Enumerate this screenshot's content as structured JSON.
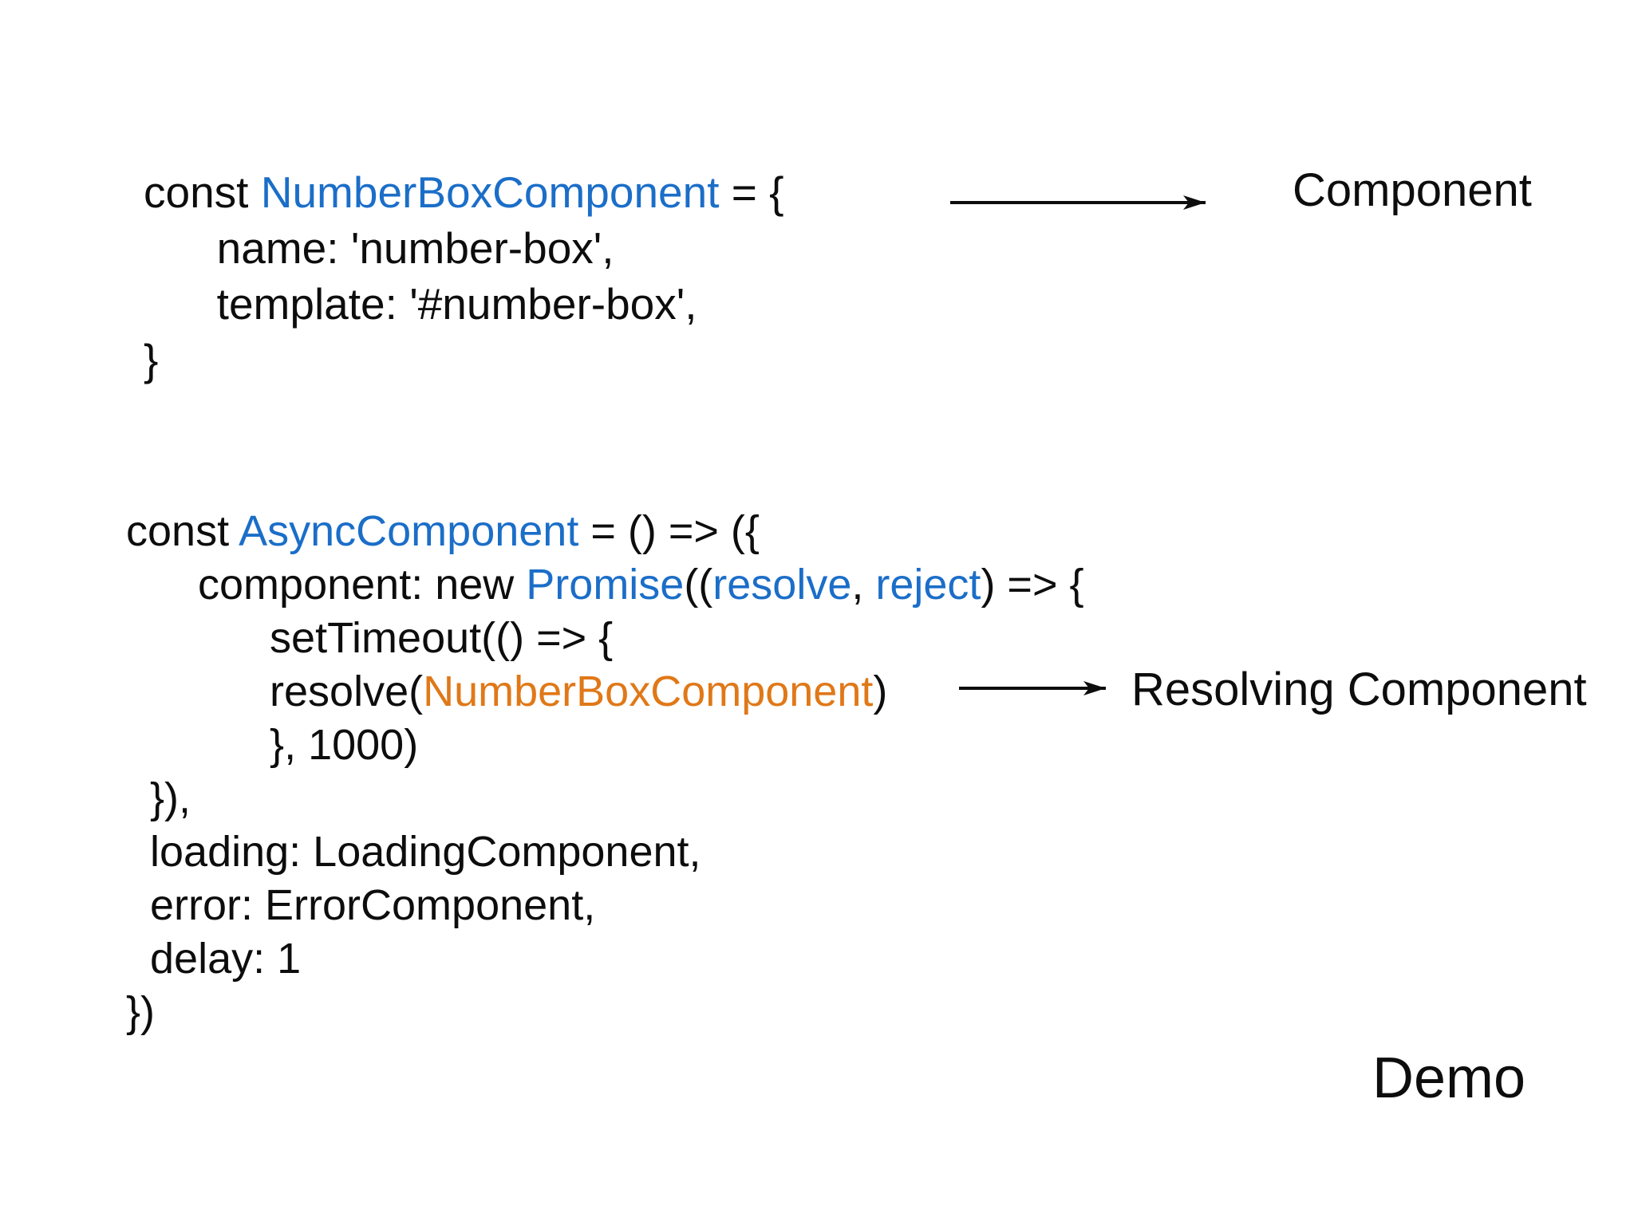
{
  "colors": {
    "background": "#ffffff",
    "text": "#0d0d0d",
    "keyword_identifier_blue": "#1b6ec8",
    "resolved_component_orange": "#e07818"
  },
  "block1": {
    "lines": [
      {
        "tokens": [
          {
            "text": "const ",
            "color": "k"
          },
          {
            "text": "NumberBoxComponent",
            "color": "blue"
          },
          {
            "text": " = {",
            "color": "k"
          }
        ]
      },
      {
        "tokens": [
          {
            "text": "      name: 'number-box',",
            "color": "k"
          }
        ]
      },
      {
        "tokens": [
          {
            "text": "      template: '#number-box',",
            "color": "k"
          }
        ]
      },
      {
        "tokens": [
          {
            "text": "}",
            "color": "k"
          }
        ]
      }
    ]
  },
  "block2": {
    "lines": [
      {
        "tokens": [
          {
            "text": "const ",
            "color": "k"
          },
          {
            "text": "AsyncComponent",
            "color": "blue"
          },
          {
            "text": " = () => ({",
            "color": "k"
          }
        ]
      },
      {
        "tokens": [
          {
            "text": "      component: new ",
            "color": "k"
          },
          {
            "text": "Promise",
            "color": "blue"
          },
          {
            "text": "((",
            "color": "k"
          },
          {
            "text": "resolve",
            "color": "blue"
          },
          {
            "text": ", ",
            "color": "k"
          },
          {
            "text": "reject",
            "color": "blue"
          },
          {
            "text": ") => {",
            "color": "k"
          }
        ]
      },
      {
        "tokens": [
          {
            "text": "            setTimeout(() => {",
            "color": "k"
          }
        ]
      },
      {
        "tokens": [
          {
            "text": "            resolve(",
            "color": "k"
          },
          {
            "text": "NumberBoxComponent",
            "color": "orange"
          },
          {
            "text": ")",
            "color": "k"
          }
        ]
      },
      {
        "tokens": [
          {
            "text": "            }, 1000)",
            "color": "k"
          }
        ]
      },
      {
        "tokens": [
          {
            "text": "  }),",
            "color": "k"
          }
        ]
      },
      {
        "tokens": [
          {
            "text": "  loading: LoadingComponent,",
            "color": "k"
          }
        ]
      },
      {
        "tokens": [
          {
            "text": "  error: ErrorComponent,",
            "color": "k"
          }
        ]
      },
      {
        "tokens": [
          {
            "text": "  delay: 1",
            "color": "k"
          }
        ]
      },
      {
        "tokens": [
          {
            "text": "})",
            "color": "k"
          }
        ]
      }
    ]
  },
  "annotations": {
    "component_label": "Component",
    "resolving_label": "Resolving Component",
    "demo_label": "Demo"
  }
}
